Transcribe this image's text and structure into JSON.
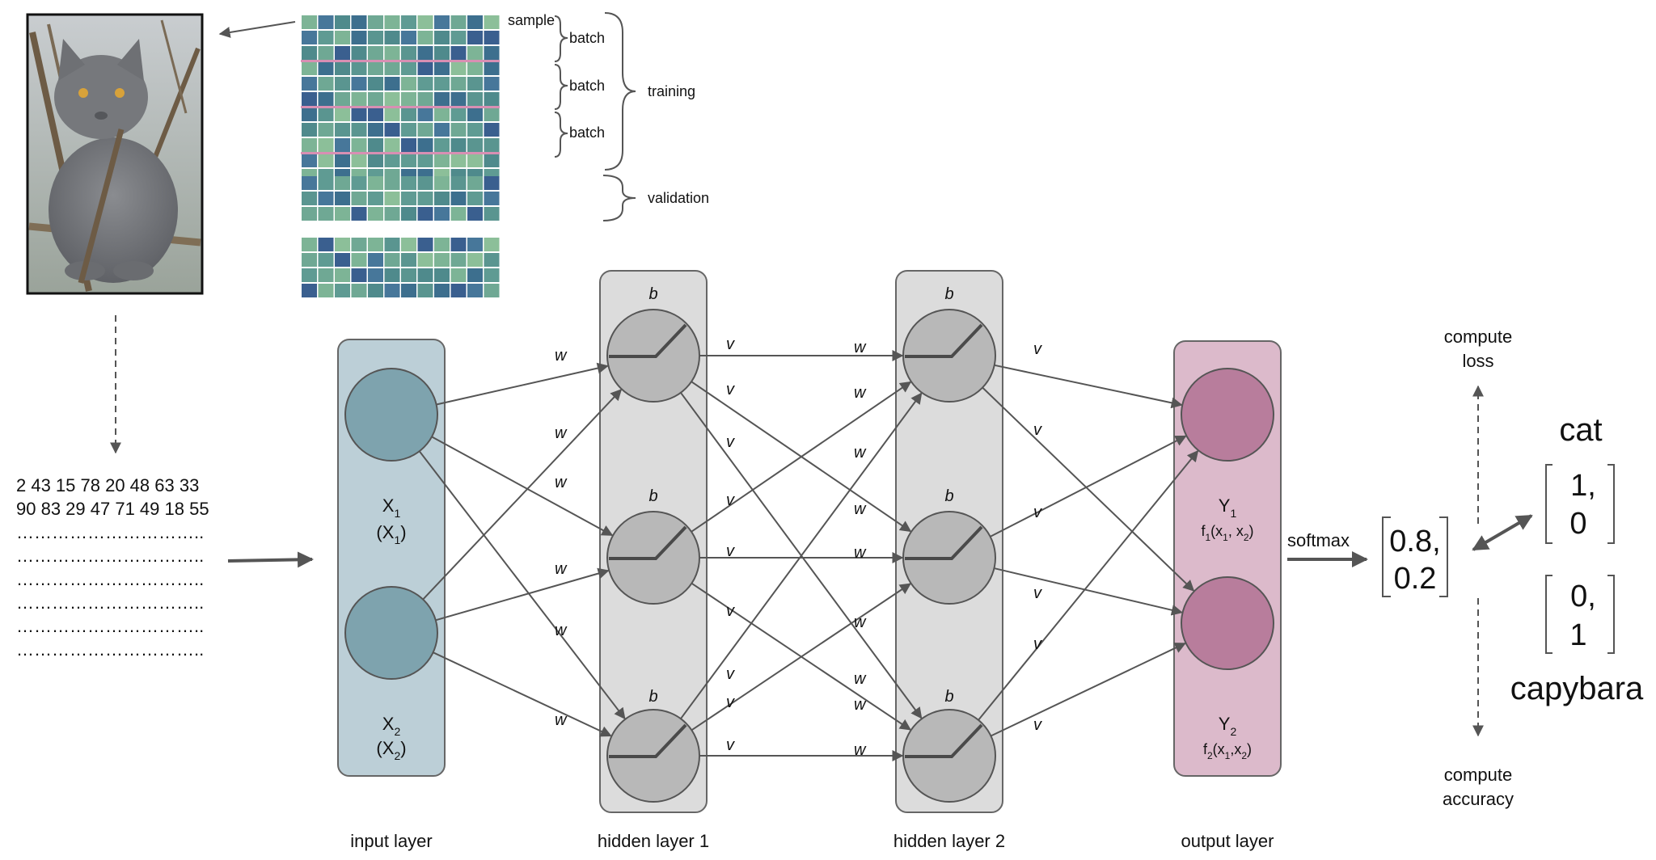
{
  "data_matrix": {
    "sample_label": "sample",
    "batch_labels": [
      "batch",
      "batch",
      "batch"
    ],
    "training_label": "training",
    "validation_label": "validation"
  },
  "numbers": {
    "rows": [
      "2 43 15 78 20 48 63 33",
      "90 83 29 47 71 49 18 55"
    ],
    "dots": [
      "…………………………..",
      "…………………………..",
      "…………………………..",
      "…………………………..",
      "…………………………..",
      "………………………….."
    ]
  },
  "input_layer": {
    "title": "input layer",
    "node1": {
      "name": "X",
      "sub": "1",
      "paren_name": "X",
      "paren_sub": "1"
    },
    "node2": {
      "name": "X",
      "sub": "2",
      "paren_name": "X",
      "paren_sub": "2"
    }
  },
  "hidden1": {
    "title": "hidden layer 1",
    "bias": "b"
  },
  "hidden2": {
    "title": "hidden layer 2",
    "bias": "b"
  },
  "output_layer": {
    "title": "output layer",
    "y1": {
      "name": "Y",
      "sub": "1",
      "f": "f",
      "f_sub": "1",
      "x1": "x",
      "x1_sub": "1",
      "x2": "x",
      "x2_sub": "2"
    },
    "y2": {
      "name": "Y",
      "sub": "2",
      "f": "f",
      "f_sub": "2",
      "x1": "x",
      "x1_sub": "1",
      "x2": "x",
      "x2_sub": "2"
    }
  },
  "weight_label": "w",
  "v_label": "v",
  "softmax_label": "softmax",
  "prediction": [
    "0.8,",
    "0.2"
  ],
  "compute_loss": [
    "compute",
    "loss"
  ],
  "compute_accuracy": [
    "compute",
    "accuracy"
  ],
  "cat": {
    "label": "cat",
    "vector": [
      "1,",
      "0"
    ]
  },
  "capybara": {
    "label": "capybara",
    "vector": [
      "0,",
      "1"
    ]
  },
  "colors": {
    "input_box": "#bccfd7",
    "input_node": "#7ea3ae",
    "hidden_box": "#dcdcdc",
    "hidden_node": "#b8b8b8",
    "output_box": "#dcbacb",
    "output_node": "#b87d9c",
    "grid_cell": "#5f9b93",
    "batch_divider": "#d88fb3"
  },
  "icons": [
    "cat-photo",
    "relu-glyph",
    "bracket-icon"
  ]
}
